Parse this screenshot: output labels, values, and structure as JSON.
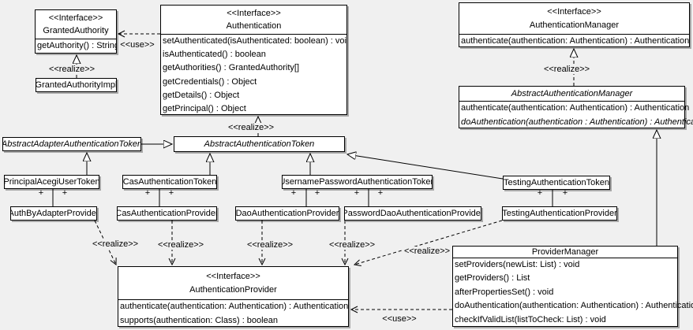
{
  "labels": {
    "use": "<<use>>",
    "realize": "<<realize>>",
    "plus": "+"
  },
  "classes": {
    "granted_authority": {
      "stereotype": "<<Interface>>",
      "name": "GrantedAuthority",
      "methods": [
        "getAuthority() : String"
      ]
    },
    "granted_authority_impl": {
      "name": "GrantedAuthorityImpl"
    },
    "authentication": {
      "stereotype": "<<Interface>>",
      "name": "Authentication",
      "methods": [
        "setAuthenticated(isAuthenticated: boolean) : void",
        "isAuthenticated() : boolean",
        "getAuthorities() : GrantedAuthority[]",
        "getCredentials() : Object",
        "getDetails() : Object",
        "getPrincipal() : Object"
      ]
    },
    "authentication_manager": {
      "stereotype": "<<Interface>>",
      "name": "AuthenticationManager",
      "methods": [
        "authenticate(authentication: Authentication) : Authentication"
      ]
    },
    "abstract_authentication_manager": {
      "name": "AbstractAuthenticationManager",
      "methods": [
        "authenticate(authentication: Authentication) : Authentication",
        "doAuthentication(authentication : Authentication) : Authentication"
      ]
    },
    "abstract_adapter_authentication_token": {
      "name": "AbstractAdapterAuthenticationToken"
    },
    "abstract_authentication_token": {
      "name": "AbstractAuthenticationToken"
    },
    "principal_acegi_user_token": {
      "name": "PrincipalAcegiUserToken"
    },
    "cas_authentication_token": {
      "name": "CasAuthenticationToken"
    },
    "username_password_authentication_token": {
      "name": "UsernamePasswordAuthenticationToken"
    },
    "testing_authentication_token": {
      "name": "TestingAuthenticationToken"
    },
    "auth_by_adapter_provider": {
      "name": "AuthByAdapterProvider"
    },
    "cas_authentication_provider": {
      "name": "CasAuthenticationProvider"
    },
    "dao_authentication_provider": {
      "name": "DaoAuthenticationProvider"
    },
    "password_dao_authentication_provider": {
      "name": "PasswordDaoAuthenticationProvider"
    },
    "testing_authentication_provider": {
      "name": "TestingAuthenticationProvider"
    },
    "provider_manager": {
      "name": "ProviderManager",
      "methods": [
        "setProviders(newList: List) : void",
        "getProviders() : List",
        "afterPropertiesSet() : void",
        "doAuthentication(authentication: Authentication) : Authentication",
        "checkIfValidList(listToCheck: List) : void"
      ]
    },
    "authentication_provider": {
      "stereotype": "<<Interface>>",
      "name": "AuthenticationProvider",
      "methods": [
        "authenticate(authentication: Authentication) : Authentication",
        "supports(authentication: Class) : boolean"
      ]
    }
  }
}
